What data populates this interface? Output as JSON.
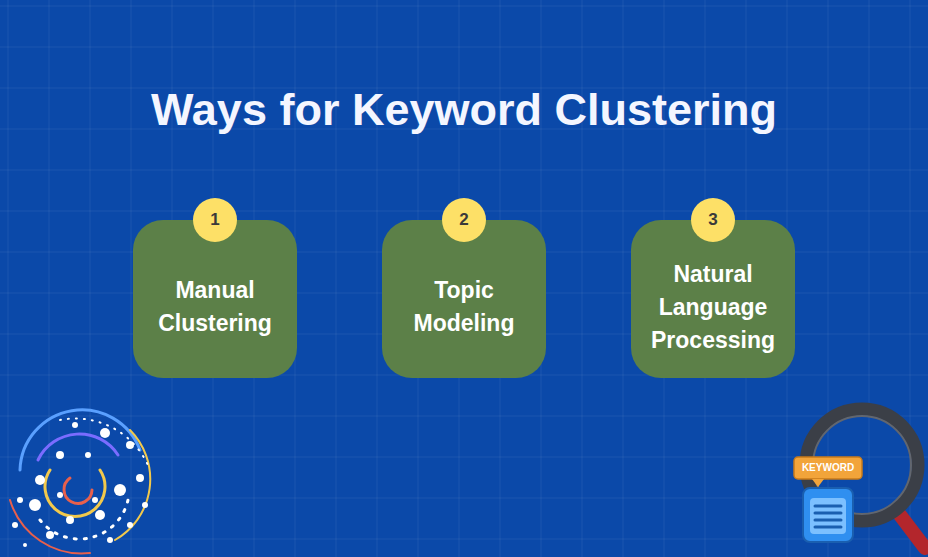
{
  "diagram": {
    "title": "Ways for Keyword Clustering",
    "nodes": [
      {
        "text": [
          "1",
          "Manual Clustering"
        ]
      },
      {
        "text": [
          "2",
          "Topic Modeling"
        ]
      },
      {
        "text": [
          "3",
          "Natural Language Processing"
        ]
      }
    ],
    "labels": [
      "KEYWORD"
    ]
  }
}
